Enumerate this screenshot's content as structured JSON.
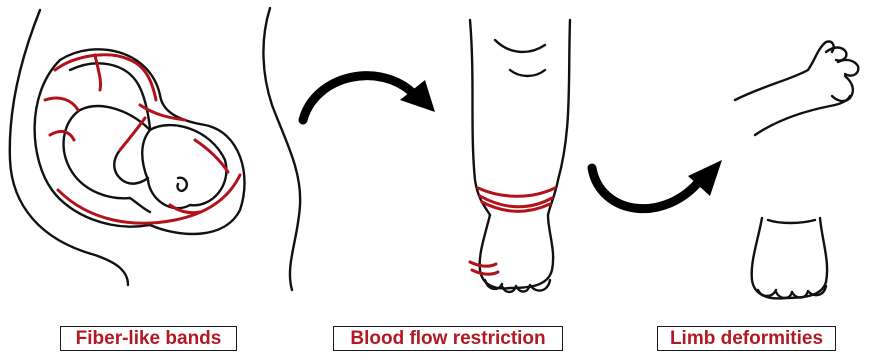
{
  "labels": {
    "stage1": "Fiber-like bands",
    "stage2": "Blood flow restriction",
    "stage3": "Limb deformities"
  },
  "colors": {
    "band": "#b3121b",
    "ink": "#111111",
    "label_text": "#b11a22"
  },
  "icons": [
    "fetus-in-womb",
    "curved-arrow",
    "leg-with-constriction-band",
    "curved-arrow",
    "deformed-hand",
    "deformed-foot"
  ]
}
